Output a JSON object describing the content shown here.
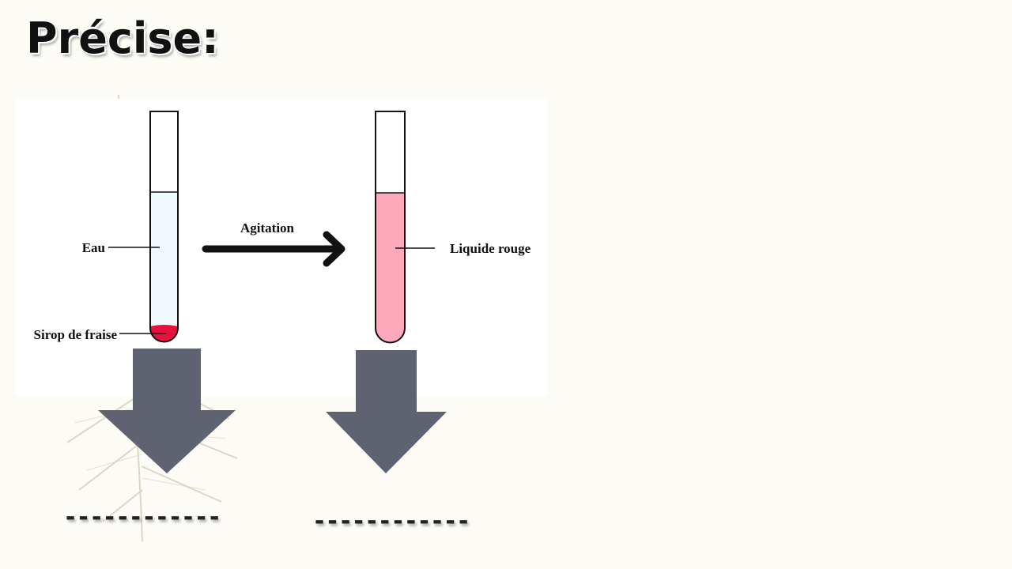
{
  "slide": {
    "title": "Précise:"
  },
  "diagram": {
    "tube_left": {
      "label_top": "Eau",
      "label_bottom": "Sirop de fraise"
    },
    "process": {
      "label": "Agitation"
    },
    "tube_right": {
      "label": "Liquide rouge"
    }
  },
  "answers": {
    "left_blank": "------------",
    "right_blank": "------------"
  },
  "colors": {
    "water": "#eefaff",
    "syrup": "#e8103c",
    "red_liquid": "#fda8bb",
    "down_arrow": "#5f6270",
    "ink": "#111111"
  }
}
